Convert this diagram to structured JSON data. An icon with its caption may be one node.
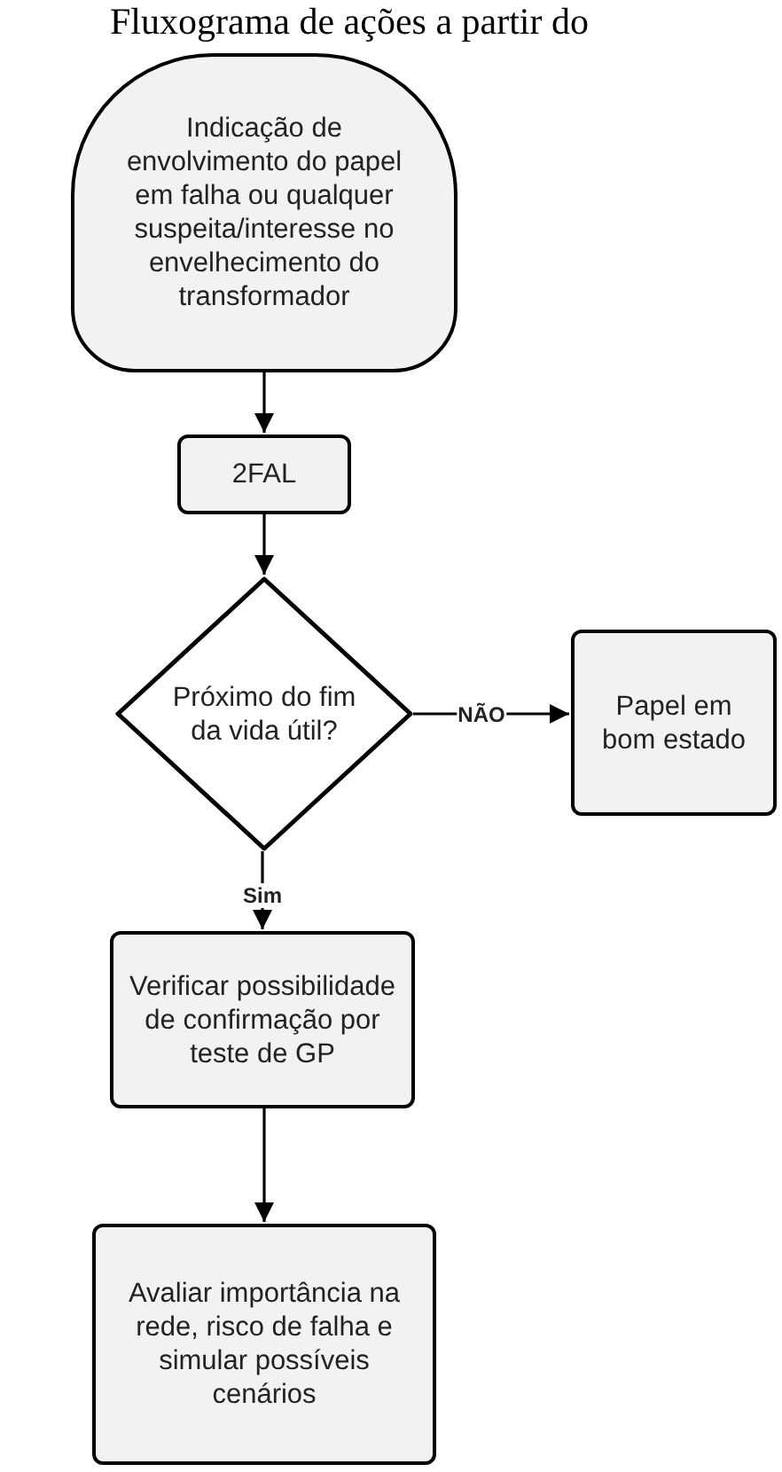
{
  "diagram": {
    "title": "Fluxograma de ações a partir do",
    "nodes": [
      {
        "text": [
          "Indicação de envolvimento do papel em falha ou qualquer suspeita/interesse no envelhecimento do transformador"
        ]
      },
      {
        "text": [
          "2FAL"
        ]
      },
      {
        "text": [
          "Próximo do fim da vida útil?"
        ]
      },
      {
        "text": [
          "Papel em bom estado"
        ]
      },
      {
        "text": [
          "Verificar possibilidade de confirmação por teste de GP"
        ]
      },
      {
        "text": [
          "Avaliar importância na rede, risco de falha e simular possíveis cenários"
        ]
      }
    ],
    "edges": [
      {
        "from": 0,
        "to": 1,
        "arrow": "to"
      },
      {
        "from": 1,
        "to": 2,
        "arrow": "to"
      },
      {
        "from": 2,
        "to": 3,
        "arrow": "to",
        "label": "NÃO"
      },
      {
        "from": 2,
        "to": 4,
        "arrow": "to",
        "label": "Sim"
      },
      {
        "from": 4,
        "to": 5,
        "arrow": "to"
      }
    ]
  }
}
